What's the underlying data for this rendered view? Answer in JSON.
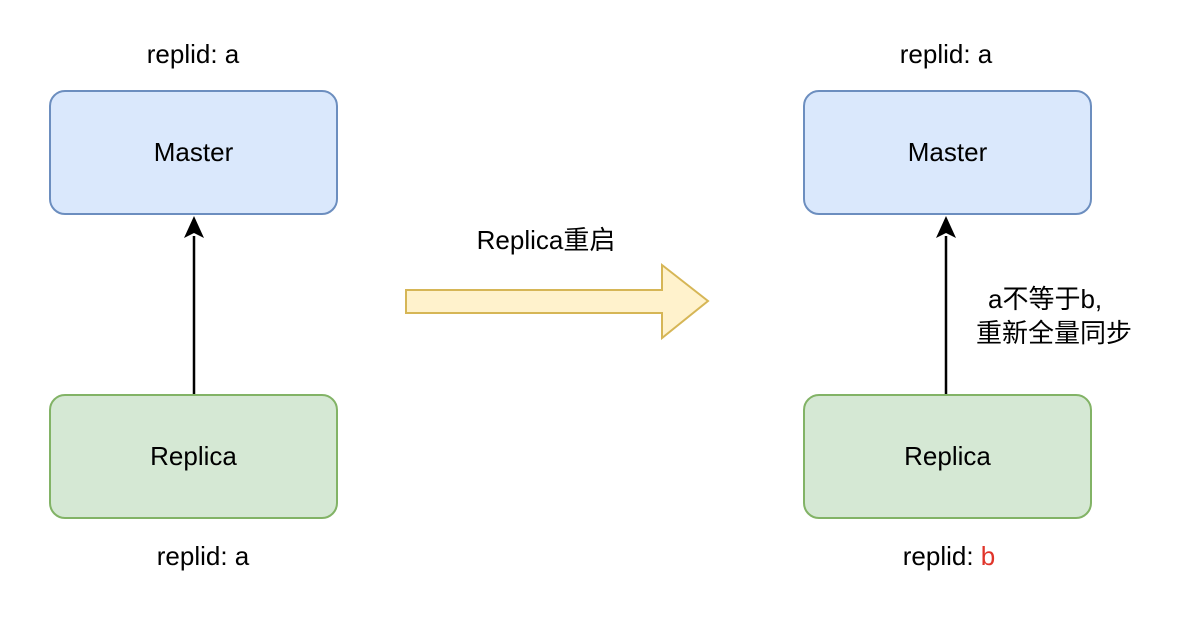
{
  "left": {
    "master_replid_prefix": "replid: ",
    "master_replid_value": "a",
    "master_label": "Master",
    "replica_label": "Replica",
    "replica_replid_prefix": "replid: ",
    "replica_replid_value": "a"
  },
  "transition": {
    "label": "Replica重启"
  },
  "right": {
    "master_replid_prefix": "replid: ",
    "master_replid_value": "a",
    "master_label": "Master",
    "replica_label": "Replica",
    "replica_replid_prefix": "replid: ",
    "replica_replid_value": "b",
    "note_line1": "a不等于b,",
    "note_line2": "重新全量同步"
  },
  "colors": {
    "master_fill": "#dae8fc",
    "master_stroke": "#6c8ebf",
    "replica_fill": "#d5e8d4",
    "replica_stroke": "#82b366",
    "big_arrow_fill": "#fff2cc",
    "big_arrow_stroke": "#d6b656",
    "highlight": "#e0342a"
  },
  "icons": {
    "connector": "arrow-up-icon",
    "transition": "block-arrow-right-icon"
  }
}
